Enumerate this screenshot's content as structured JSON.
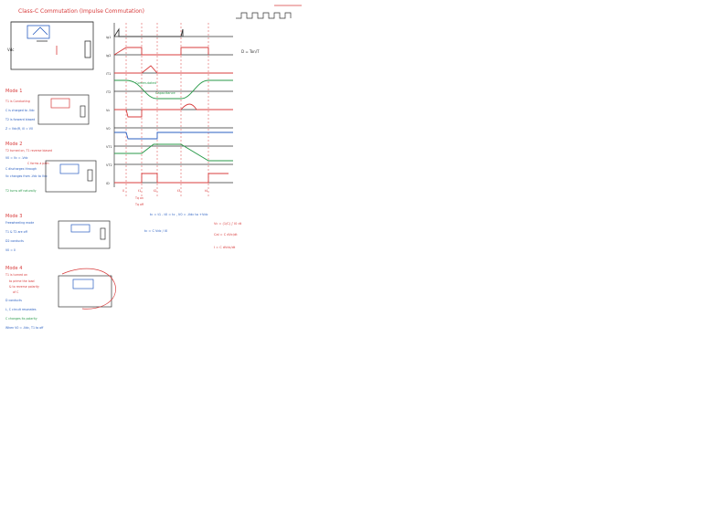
{
  "title": "Class-C Commutation (Impulse Commutation)",
  "modes": {
    "m1": {
      "heading": "Mode 1",
      "notes": [
        "T1 is Conducting",
        "C is charged to -Vdc",
        "T2 is forward biased",
        "Z = Vdc/R, i0 = V0"
      ]
    },
    "m2": {
      "heading": "Mode 2",
      "notes": [
        "T2 turned on, T1 reverse biased",
        "V0 = Vc = -Vdc",
        "C forms a path",
        "C discharges through",
        "Vc changes from -Vdc to Vdc",
        "T2 turns off naturally"
      ]
    },
    "m3": {
      "heading": "Mode 3",
      "notes": [
        "Freewheeling mode",
        "T1 & T2 are off",
        "D2 conducts",
        "V0 = 0"
      ]
    },
    "m4": {
      "heading": "Mode 4",
      "notes": [
        "T1 is turned on",
        "to prime the load",
        "& to reverse polarity",
        "of C",
        "D conducts",
        "L, C circuit resonates",
        "C changes its polarity",
        "When V0 = -Vdc, T1 to off"
      ]
    }
  },
  "waveforms": {
    "signals": [
      "ig1",
      "ig2",
      "iT1",
      "iT2",
      "Vc",
      "V0",
      "VT1",
      "VT2",
      "iD"
    ],
    "labels": [
      "Vdc",
      "-Vdc",
      "0",
      "t",
      "Commutated",
      "Capacitance"
    ],
    "time_marks": [
      "0",
      "t1",
      "t2",
      "t3",
      "t4",
      "T",
      "2T"
    ],
    "notes": [
      "Tq on",
      "Tq off"
    ]
  },
  "equations": {
    "tc": "tc = t1 - t0 = tc ,  V0 = -Vdc to +Vdc",
    "tc2": "tc = C Vdc / I0",
    "vc": "Vc = (1/C) ∫ I0 dt",
    "cal": "Cal = C dVc/dt",
    "i": "I = C dVdc/dt",
    "duty": "D = Ton/T"
  },
  "colors": {
    "red": "#d83c3c",
    "blue": "#2a5fc1",
    "green": "#2a9a4a",
    "ink": "#333333",
    "frame": "#b0b0b0"
  }
}
